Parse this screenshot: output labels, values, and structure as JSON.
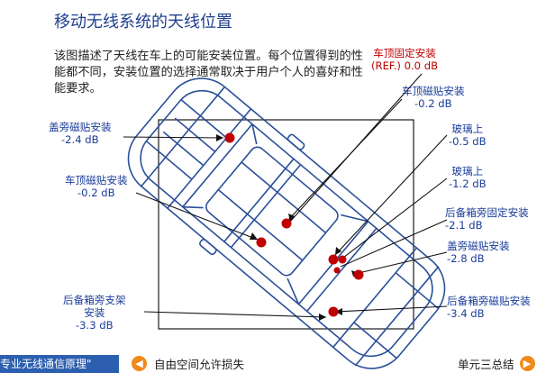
{
  "title": "移动无线系统的天线位置",
  "intro": "该图描述了天线在车上的可能安装位置。每个位置得到的性能都不同，安装位置的选择通常取决于用户个人的喜好和性能要求。",
  "labels": {
    "roof_fixed": {
      "name": "车顶固定安装",
      "value": "(REF.) 0.0 dB"
    },
    "roof_magnet_right": {
      "name": "车顶磁贴安装",
      "value": "-0.2 dB"
    },
    "cover_magnet_left": {
      "name": "盖旁磁贴安装",
      "value": "-2.4 dB"
    },
    "glass_1": {
      "name": "玻璃上",
      "value": "-0.5 dB"
    },
    "glass_2": {
      "name": "玻璃上",
      "value": "-1.2 dB"
    },
    "roof_magnet_left": {
      "name": "车顶磁贴安装",
      "value": "-0.2 dB"
    },
    "trunk_side_fixed": {
      "name": "后备箱旁固定安装",
      "value": "-2.1 dB"
    },
    "cover_magnet_right": {
      "name": "盖旁磁贴安装",
      "value": "-2.8 dB"
    },
    "trunk_rack": {
      "name1": "后备箱旁支架",
      "name2": "安装",
      "value": "-3.3 dB"
    },
    "trunk_magnet": {
      "name": "后备箱旁磁贴安装",
      "value": "-3.4 dB"
    }
  },
  "colors": {
    "accent": "#c00000",
    "label": "#1a3d9a",
    "title": "#1f3f8f"
  },
  "footer": {
    "course": "专业无线通信原理\"",
    "prev_label": "自由空间允许损失",
    "next_label": "单元三总结",
    "prev_icon": "arrow-left-icon",
    "next_icon": "arrow-right-icon"
  }
}
